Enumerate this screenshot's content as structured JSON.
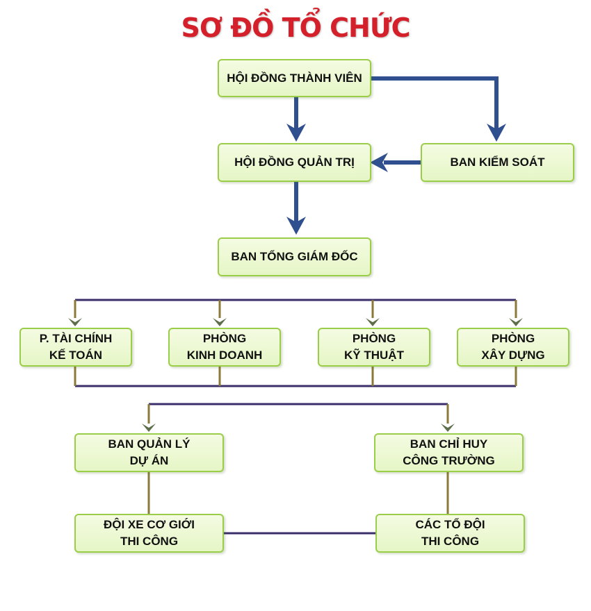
{
  "title": "SƠ ĐỒ TỔ CHỨC",
  "colors": {
    "title": "#d4202a",
    "box_fill": "#eaf7cf",
    "box_border": "#9acd48",
    "main_line": "#2f4f8f",
    "branch_line": "#3b2f6b",
    "drop_line": "#8a7a3a"
  },
  "nodes": {
    "hoi_dong_thanh_vien": "HỘI ĐỒNG THÀNH VIÊN",
    "hoi_dong_quan_tri": "HỘI ĐỒNG QUẢN TRỊ",
    "ban_kiem_soat": "BAN KIỂM SOÁT",
    "ban_tong_giam_doc": "BAN TỔNG GIÁM ĐỐC",
    "p_tai_chinh": [
      "P. TÀI CHÍNH",
      "KẾ TOÁN"
    ],
    "phong_kinh_doanh": [
      "PHÒNG",
      "KINH DOANH"
    ],
    "phong_ky_thuat": [
      "PHÒNG",
      "KỸ THUẬT"
    ],
    "phong_xay_dung": [
      "PHÒNG",
      "XÂY DỰNG"
    ],
    "ban_quan_ly_du_an": [
      "BAN QUẢN LÝ",
      "DỰ ÁN"
    ],
    "ban_chi_huy": [
      "BAN CHỈ HUY",
      "CÔNG TRƯỜNG"
    ],
    "doi_xe": [
      "ĐỘI XE CƠ GIỚI",
      "THI CÔNG"
    ],
    "cac_to_doi": [
      "CÁC TỔ ĐỘI",
      "THI CÔNG"
    ]
  }
}
